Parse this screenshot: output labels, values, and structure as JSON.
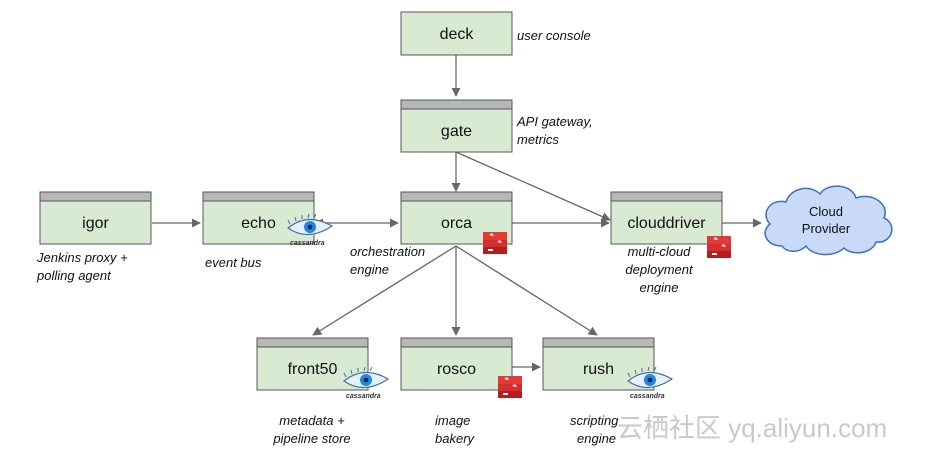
{
  "nodes": {
    "deck": "deck",
    "gate": "gate",
    "igor": "igor",
    "echo": "echo",
    "orca": "orca",
    "clouddriver": "clouddriver",
    "front50": "front50",
    "rosco": "rosco",
    "rush": "rush"
  },
  "cloud": {
    "line1": "Cloud",
    "line2": "Provider"
  },
  "captions": {
    "deck": [
      "user console"
    ],
    "gate": [
      "API gateway,",
      "metrics"
    ],
    "igor": [
      "Jenkins proxy +",
      "polling agent"
    ],
    "echo": [
      "event bus"
    ],
    "orca": [
      "orchestration",
      "engine"
    ],
    "clouddriver": [
      "multi-cloud",
      "deployment",
      "engine"
    ],
    "front50": [
      "metadata +",
      "pipeline store"
    ],
    "rosco": [
      "image",
      "bakery"
    ],
    "rush": [
      "scripting",
      "engine"
    ]
  },
  "cassandra_label": "cassandra",
  "watermark": "云栖社区 yq.aliyun.com",
  "colors": {
    "node_fill": "#d9ead3",
    "node_border": "#555555",
    "header_fill": "#b7b7b7",
    "edge": "#666666",
    "cloud_fill": "#c9daf8",
    "cloud_border": "#3c6ec6",
    "redis": "#c62828"
  }
}
